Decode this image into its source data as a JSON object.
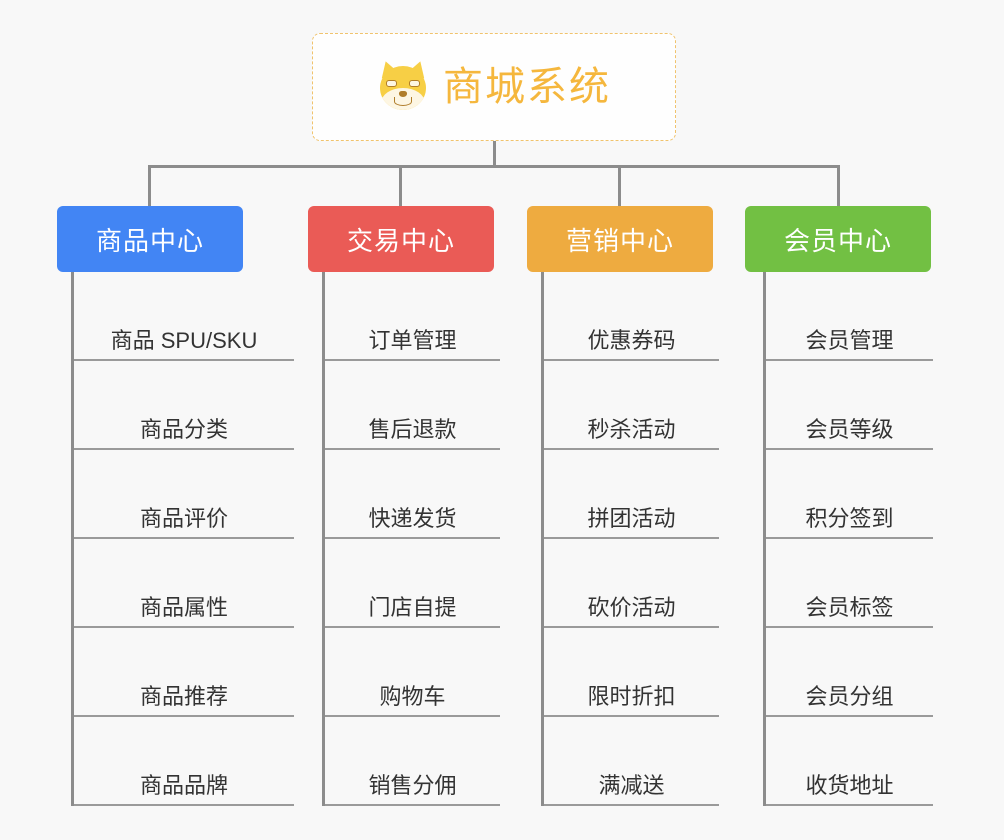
{
  "diagram": {
    "type": "tree-mindmap",
    "background_color": "#f8f8f8",
    "connector_color": "#8c8c8c",
    "root": {
      "icon": "shiba-inu-dog-emoji",
      "title": "商城系统",
      "text_color": "#f5b73d",
      "border_style": "dashed",
      "border_color": "#f0c36d"
    },
    "categories": [
      {
        "label": "商品中心",
        "color": "#4285f4",
        "items": [
          "商品 SPU/SKU",
          "商品分类",
          "商品评价",
          "商品属性",
          "商品推荐",
          "商品品牌"
        ]
      },
      {
        "label": "交易中心",
        "color": "#ea5b56",
        "items": [
          "订单管理",
          "售后退款",
          "快递发货",
          "门店自提",
          "购物车",
          "销售分佣"
        ]
      },
      {
        "label": "营销中心",
        "color": "#eeab40",
        "items": [
          "优惠券码",
          "秒杀活动",
          "拼团活动",
          "砍价活动",
          "限时折扣",
          "满减送"
        ]
      },
      {
        "label": "会员中心",
        "color": "#72c043",
        "items": [
          "会员管理",
          "会员等级",
          "积分签到",
          "会员标签",
          "会员分组",
          "收货地址"
        ]
      }
    ]
  }
}
